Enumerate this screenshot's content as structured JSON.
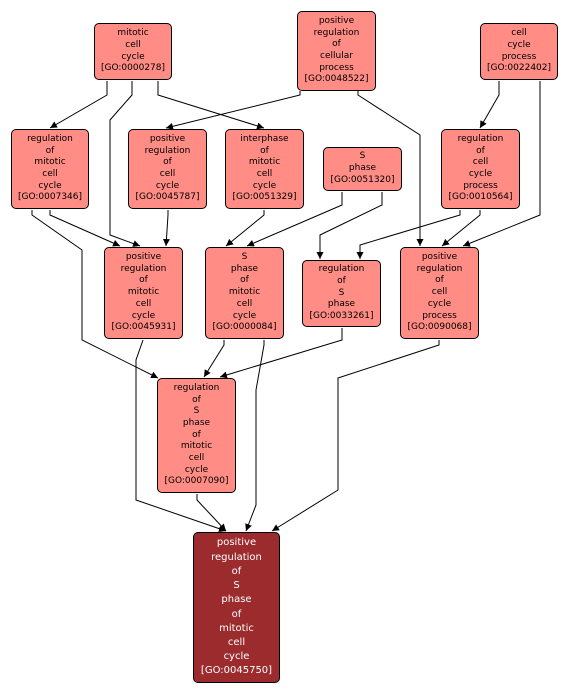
{
  "colors": {
    "node_fill": "#ff8c85",
    "focus_fill": "#9c2b2e",
    "focus_text": "#ffffff",
    "edge": "#000000",
    "background": "#ffffff"
  },
  "nodes": [
    {
      "id": "GO:0000278",
      "lines": [
        "mitotic",
        "cell",
        "cycle",
        "[GO:0000278]"
      ]
    },
    {
      "id": "GO:0048522",
      "lines": [
        "positive",
        "regulation",
        "of",
        "cellular",
        "process",
        "[GO:0048522]"
      ]
    },
    {
      "id": "GO:0022402",
      "lines": [
        "cell",
        "cycle",
        "process",
        "[GO:0022402]"
      ]
    },
    {
      "id": "GO:0007346",
      "lines": [
        "regulation",
        "of",
        "mitotic",
        "cell",
        "cycle",
        "[GO:0007346]"
      ]
    },
    {
      "id": "GO:0045787",
      "lines": [
        "positive",
        "regulation",
        "of",
        "cell",
        "cycle",
        "[GO:0045787]"
      ]
    },
    {
      "id": "GO:0051329",
      "lines": [
        "interphase",
        "of",
        "mitotic",
        "cell",
        "cycle",
        "[GO:0051329]"
      ]
    },
    {
      "id": "GO:0051320",
      "lines": [
        "S",
        "phase",
        "[GO:0051320]"
      ]
    },
    {
      "id": "GO:0010564",
      "lines": [
        "regulation",
        "of",
        "cell",
        "cycle",
        "process",
        "[GO:0010564]"
      ]
    },
    {
      "id": "GO:0045931",
      "lines": [
        "positive",
        "regulation",
        "of",
        "mitotic",
        "cell",
        "cycle",
        "[GO:0045931]"
      ]
    },
    {
      "id": "GO:0000084",
      "lines": [
        "S",
        "phase",
        "of",
        "mitotic",
        "cell",
        "cycle",
        "[GO:0000084]"
      ]
    },
    {
      "id": "GO:0033261",
      "lines": [
        "regulation",
        "of",
        "S",
        "phase",
        "[GO:0033261]"
      ]
    },
    {
      "id": "GO:0090068",
      "lines": [
        "positive",
        "regulation",
        "of",
        "cell",
        "cycle",
        "process",
        "[GO:0090068]"
      ]
    },
    {
      "id": "GO:0007090",
      "lines": [
        "regulation",
        "of",
        "S",
        "phase",
        "of",
        "mitotic",
        "cell",
        "cycle",
        "[GO:0007090]"
      ]
    },
    {
      "id": "GO:0045750",
      "lines": [
        "positive",
        "regulation",
        "of",
        "S",
        "phase",
        "of",
        "mitotic",
        "cell",
        "cycle",
        "[GO:0045750]"
      ],
      "focus": true
    }
  ],
  "edges": [
    [
      "GO:0000278",
      "GO:0007346"
    ],
    [
      "GO:0000278",
      "GO:0045931"
    ],
    [
      "GO:0000278",
      "GO:0051329"
    ],
    [
      "GO:0048522",
      "GO:0045787"
    ],
    [
      "GO:0048522",
      "GO:0090068"
    ],
    [
      "GO:0022402",
      "GO:0010564"
    ],
    [
      "GO:0022402",
      "GO:0090068"
    ],
    [
      "GO:0007346",
      "GO:0045931"
    ],
    [
      "GO:0007346",
      "GO:0007090"
    ],
    [
      "GO:0045787",
      "GO:0045931"
    ],
    [
      "GO:0051329",
      "GO:0000084"
    ],
    [
      "GO:0051320",
      "GO:0000084"
    ],
    [
      "GO:0051320",
      "GO:0033261"
    ],
    [
      "GO:0010564",
      "GO:0033261"
    ],
    [
      "GO:0010564",
      "GO:0090068"
    ],
    [
      "GO:0045931",
      "GO:0045750"
    ],
    [
      "GO:0000084",
      "GO:0007090"
    ],
    [
      "GO:0000084",
      "GO:0045750"
    ],
    [
      "GO:0033261",
      "GO:0007090"
    ],
    [
      "GO:0090068",
      "GO:0045750"
    ],
    [
      "GO:0007090",
      "GO:0045750"
    ]
  ]
}
